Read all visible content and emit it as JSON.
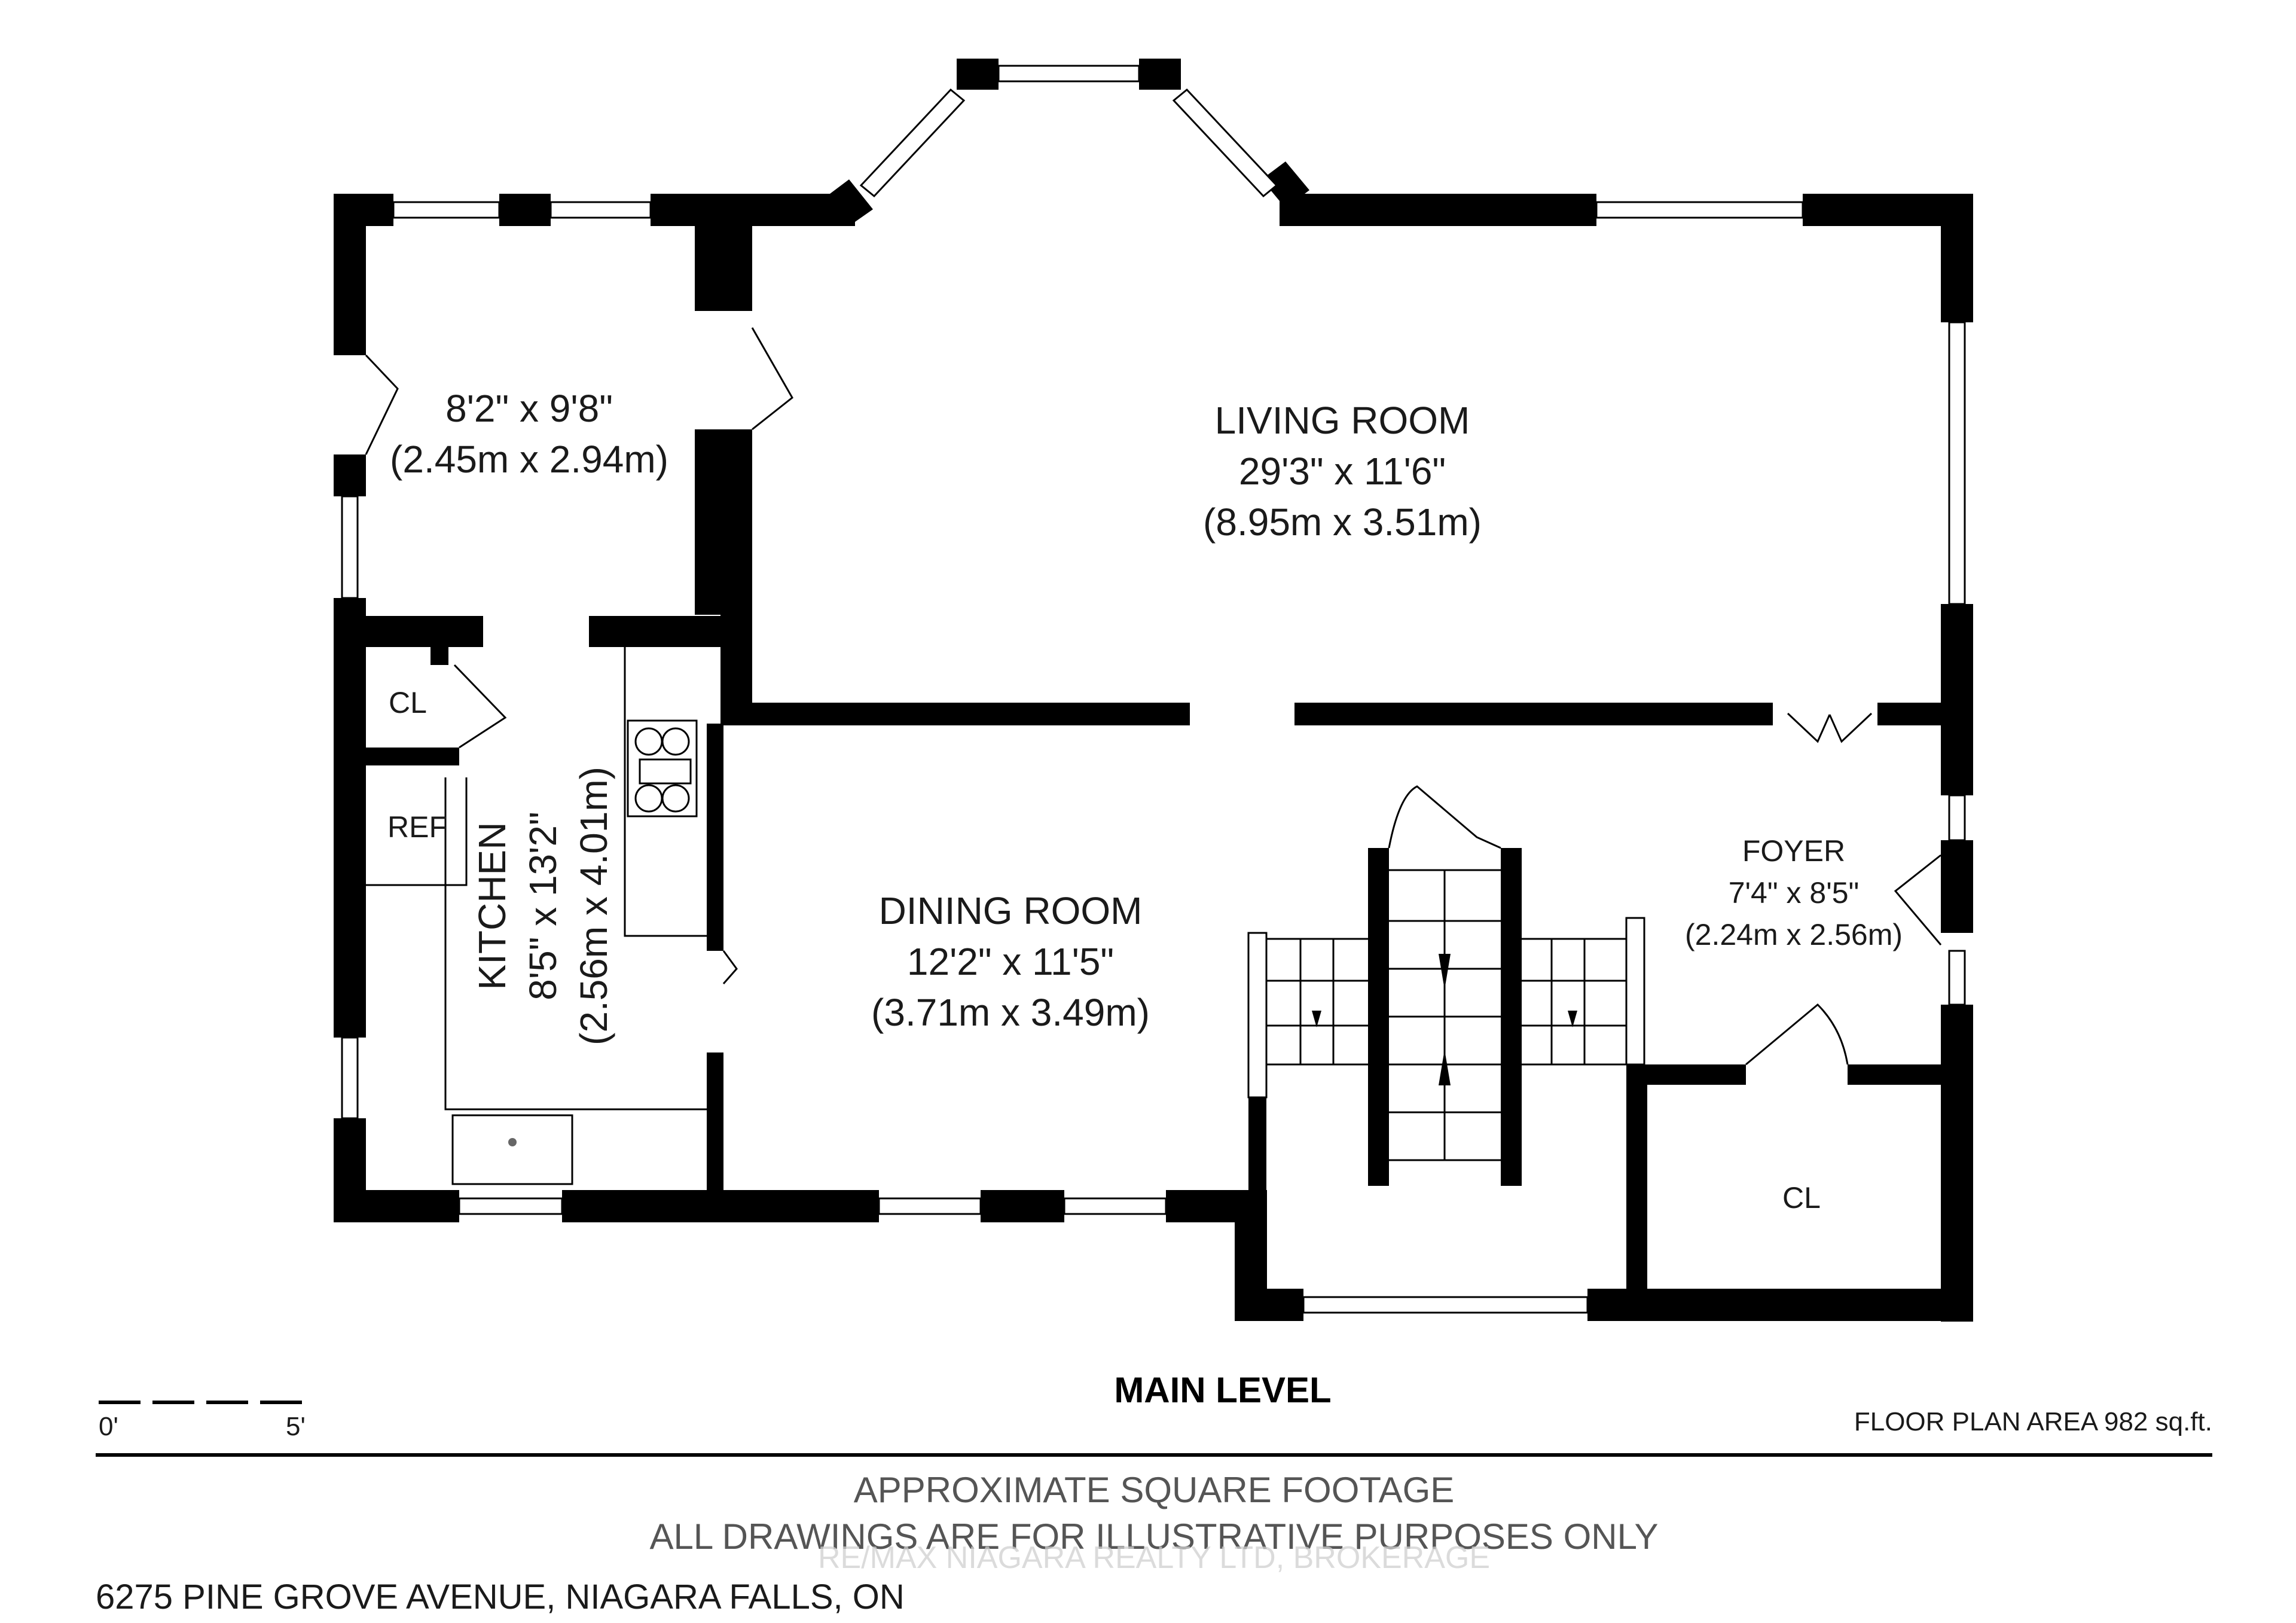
{
  "rooms": {
    "bedroom_dims_ft": "8'2\" x 9'8\"",
    "bedroom_dims_m": "(2.45m x 2.94m)",
    "living_name": "LIVING ROOM",
    "living_dims_ft": "29'3\" x 11'6\"",
    "living_dims_m": "(8.95m x 3.51m)",
    "dining_name": "DINING ROOM",
    "dining_dims_ft": "12'2\" x 11'5\"",
    "dining_dims_m": "(3.71m x 3.49m)",
    "kitchen_name": "KITCHEN",
    "kitchen_dims_ft": "8'5\" x 13'2\"",
    "kitchen_dims_m": "(2.56m x 4.01m)",
    "foyer_name": "FOYER",
    "foyer_dims_ft": "7'4\" x 8'5\"",
    "foyer_dims_m": "(2.24m x 2.56m)",
    "closet_1": "CL",
    "closet_2": "CL",
    "fridge": "REF"
  },
  "footer": {
    "level_title": "MAIN LEVEL",
    "scale_start": "0'",
    "scale_end": "5'",
    "area": "FLOOR PLAN AREA 982 sq.ft.",
    "note_1": "APPROXIMATE SQUARE FOOTAGE",
    "note_2": "ALL DRAWINGS ARE FOR ILLUSTRATIVE PURPOSES ONLY",
    "watermark": "RE/MAX NIAGARA REALTY LTD, BROKERAGE",
    "address": "6275 PINE GROVE AVENUE, NIAGARA FALLS, ON"
  }
}
